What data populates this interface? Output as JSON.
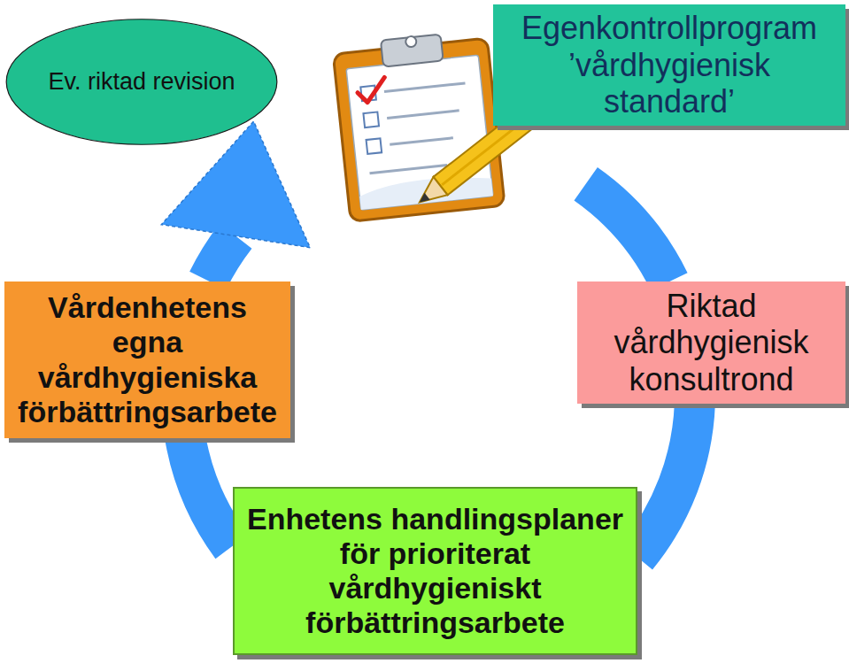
{
  "diagram": {
    "nodes": [
      {
        "text": [
          "Ev. riktad revision"
        ]
      },
      {
        "text": [
          "Egenkontrollprogram ’vårdhygienisk standard’"
        ]
      },
      {
        "text": [
          "Vårdenhetens egna vårdhygieniska förbättringsarbete"
        ]
      },
      {
        "text": [
          "Riktad vårdhygienisk konsultrond"
        ]
      },
      {
        "text": [
          "Enhetens handlingsplaner för prioriterat vårdhygieniskt förbättringsarbete"
        ]
      }
    ],
    "edges": [
      {
        "from": 1,
        "to": 3,
        "arrow": "none"
      },
      {
        "from": 3,
        "to": 4,
        "arrow": "none"
      },
      {
        "from": 4,
        "to": 2,
        "arrow": "none"
      },
      {
        "from": 2,
        "to": 0,
        "arrow": "to"
      }
    ]
  }
}
